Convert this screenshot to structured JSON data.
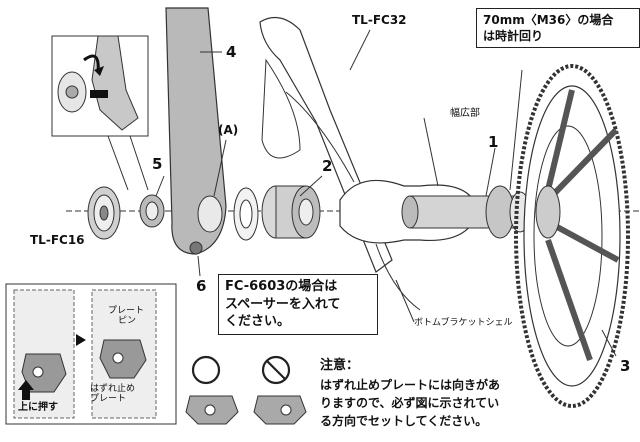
{
  "top_note": [
    "70mm〈M36〉の場合",
    "は時計回り"
  ],
  "tools": {
    "fc32": "TL-FC32",
    "fc16": "TL-FC16"
  },
  "parts": {
    "p1": "1",
    "p2": "2",
    "p3": "3",
    "p4": "4",
    "p5": "5",
    "p6": "6",
    "a": "(A)"
  },
  "labels": {
    "width_part": "幅広部",
    "bb_shell": "ボトムブラケットシェル",
    "push_up": "上に押す",
    "plate_pin": [
      "プレート",
      "ピン"
    ],
    "stop_plate": [
      "はずれ止め",
      "プレート"
    ]
  },
  "spacer_note": [
    "FC-6603の場合は",
    "スペーサーを入れて",
    "ください。"
  ],
  "caution": {
    "title": "注意：",
    "lines": [
      "はずれ止めプレートには向きがあ",
      "りますので、必ず図に示されてい",
      "る方向でセットしてください。"
    ]
  },
  "symbols": {
    "ok": "circle-ok",
    "ng": "prohibited"
  }
}
